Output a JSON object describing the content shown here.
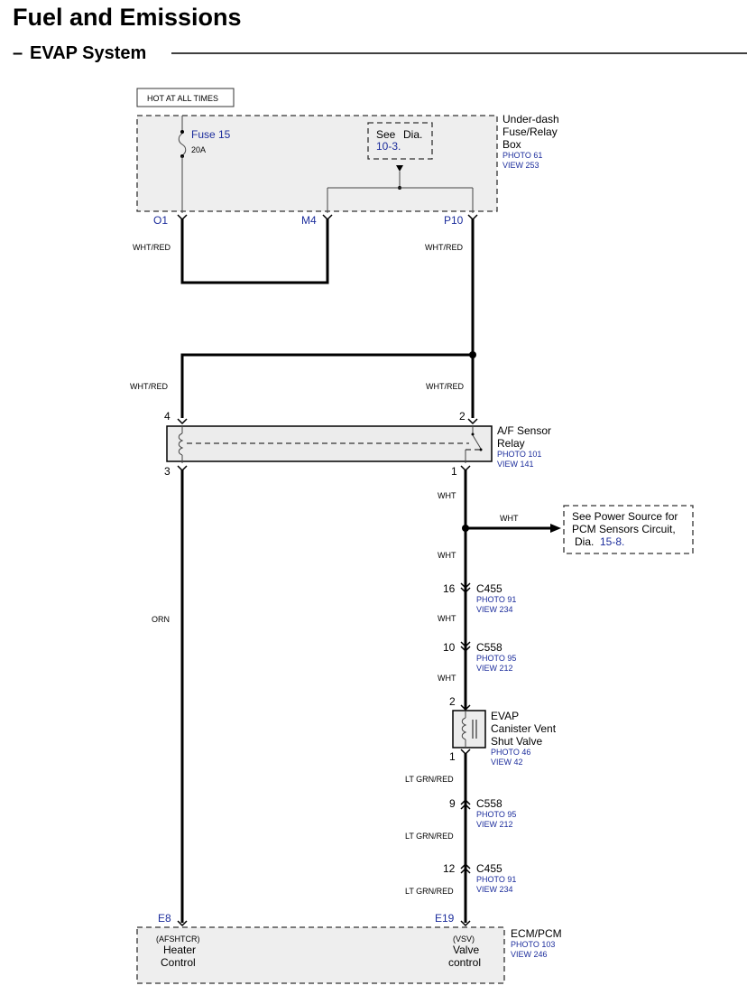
{
  "header": {
    "title": "Fuel and Emissions",
    "subtitle_prefix": "–",
    "subtitle": "EVAP System"
  },
  "fuse_box": {
    "power_label": "HOT AT ALL TIMES",
    "fuse_name": "Fuse 15",
    "fuse_rating": "20A",
    "see_label": "See",
    "see_dia": "Dia.",
    "see_ref": "10-3.",
    "name_line1": "Under-dash",
    "name_line2": "Fuse/Relay",
    "name_line3": "Box",
    "photo": "PHOTO 61",
    "view": "VIEW 253",
    "term_o1": "O1",
    "term_m4": "M4",
    "term_p10": "P10"
  },
  "wires": {
    "o1": "WHT/RED",
    "p10": "WHT/RED",
    "left_relay": "WHT/RED",
    "right_relay": "WHT/RED",
    "after_relay": "WHT",
    "to_pcm_source": "WHT",
    "before_c455": "WHT",
    "c455_c558": "WHT",
    "c558_valve": "WHT",
    "valve_c558": "LT GRN/RED",
    "c558_c455": "LT GRN/RED",
    "c455_ecm": "LT GRN/RED",
    "orn": "ORN"
  },
  "relay": {
    "name_line1": "A/F Sensor",
    "name_line2": "Relay",
    "photo": "PHOTO 101",
    "view": "VIEW 141",
    "pin4": "4",
    "pin2": "2",
    "pin3": "3",
    "pin1": "1"
  },
  "power_ref": {
    "line1": "See Power Source for",
    "line2": "PCM Sensors Circuit,",
    "line3": "Dia.",
    "ref": "15-8."
  },
  "connectors": [
    {
      "pin": "16",
      "name": "C455",
      "photo": "PHOTO 91",
      "view": "VIEW 234"
    },
    {
      "pin": "10",
      "name": "C558",
      "photo": "PHOTO 95",
      "view": "VIEW 212"
    },
    {
      "pin": "9",
      "name": "C558",
      "photo": "PHOTO 95",
      "view": "VIEW 212"
    },
    {
      "pin": "12",
      "name": "C455",
      "photo": "PHOTO 91",
      "view": "VIEW 234"
    }
  ],
  "valve": {
    "name_line1": "EVAP",
    "name_line2": "Canister Vent",
    "name_line3": "Shut Valve",
    "photo": "PHOTO 46",
    "view": "VIEW 42",
    "pin2": "2",
    "pin1": "1"
  },
  "ecm": {
    "term_e8": "E8",
    "term_e19": "E19",
    "left_code": "(AFSHTCR)",
    "left_line1": "Heater",
    "left_line2": "Control",
    "right_code": "(VSV)",
    "right_line1": "Valve",
    "right_line2": "control",
    "name": "ECM/PCM",
    "photo": "PHOTO 103",
    "view": "VIEW 246"
  }
}
